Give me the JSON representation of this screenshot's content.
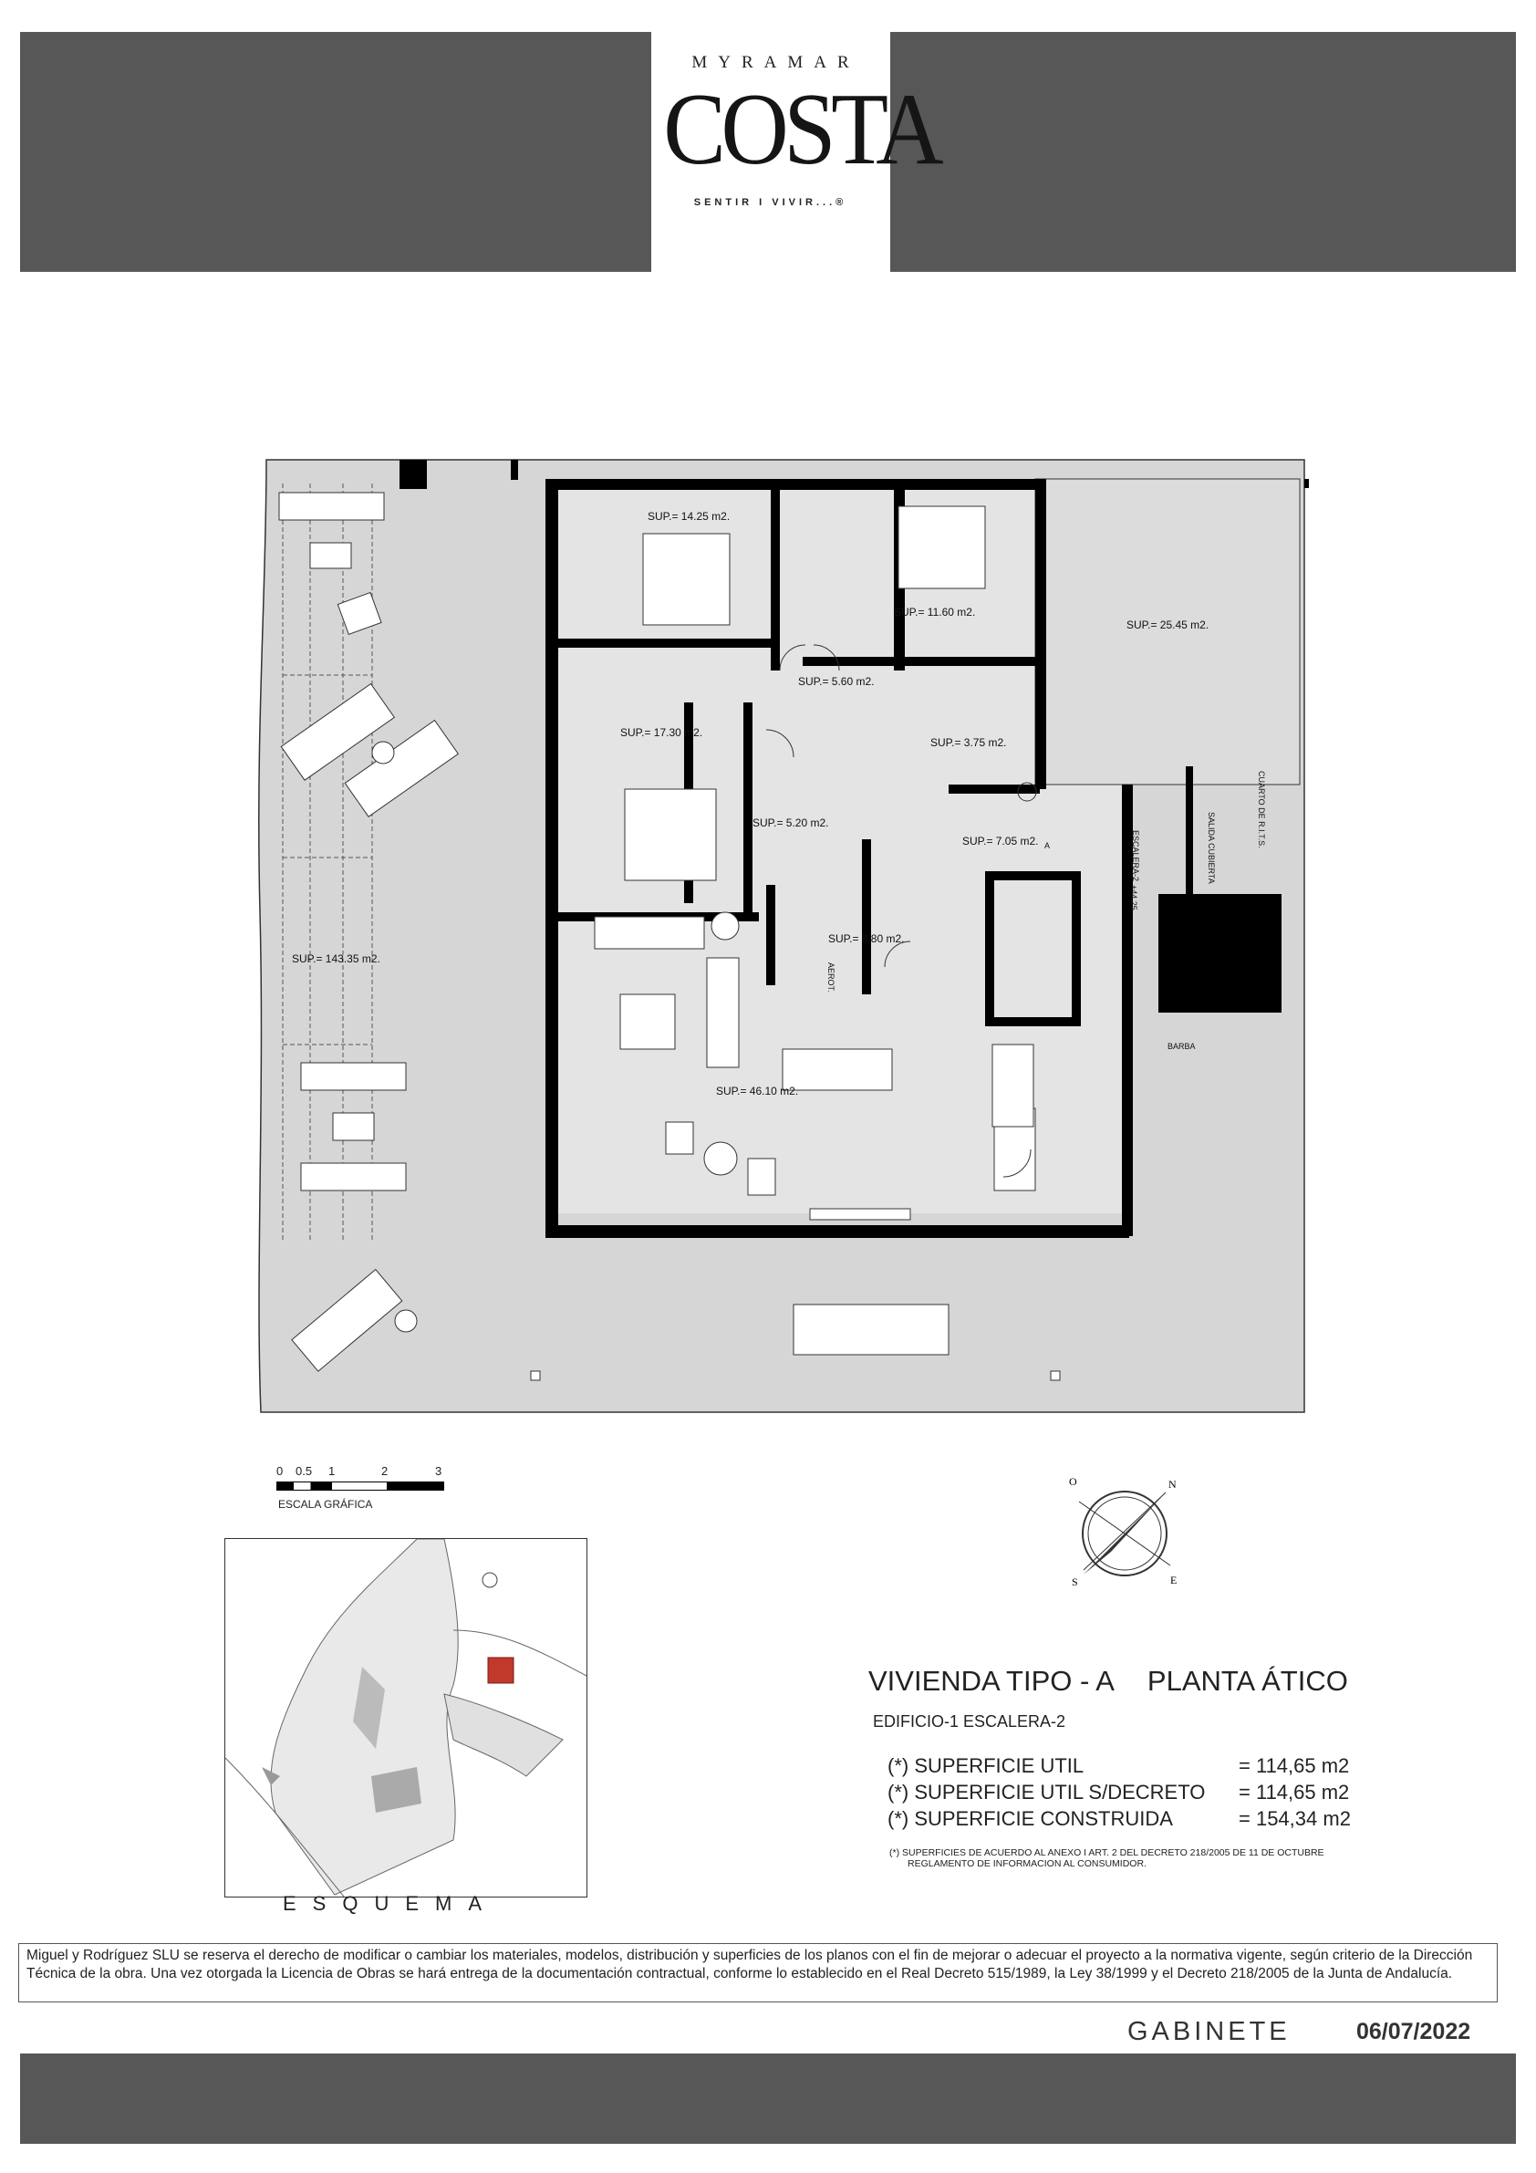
{
  "header": {
    "brand_top": "MYRAMAR",
    "brand_main": "COSTA",
    "brand_tagline": "SENTIR I VIVIR...®"
  },
  "plan": {
    "rooms": {
      "bedroom1": "SUP.= 14.25 m2.",
      "bedroom2": "SUP.= 11.60 m2.",
      "terrace_right": "SUP.= 25.45 m2.",
      "hall": "SUP.= 5.60 m2.",
      "bedroom3": "SUP.= 17.30 m2.",
      "bath1": "SUP.= 3.75 m2.",
      "bath2": "SUP.= 5.20 m2.",
      "corridor": "SUP.= 7.05 m2.",
      "laundry": "SUP.= 3.80 m2.",
      "living": "SUP.= 46.10 m2.",
      "terrace_left": "SUP.= 143.35 m2."
    },
    "labels": {
      "stair": "ESCALERA-2",
      "level": "+44.25",
      "rits": "CUARTO DE R.I.T.S.",
      "roof_exit": "SALIDA CUBIERTA",
      "barbacoa": "BARBA",
      "aero": "AEROT.",
      "marker": "A"
    }
  },
  "scale": {
    "ticks": [
      "0",
      "0.5",
      "1",
      "2",
      "3"
    ],
    "caption": "ESCALA GRÁFICA"
  },
  "compass": {
    "n": "N",
    "s": "S",
    "e": "E",
    "o": "O"
  },
  "schema": {
    "title": "ESQUEMA"
  },
  "info": {
    "title": "VIVIENDA TIPO - A",
    "planta": "PLANTA ÁTICO",
    "subtitle": "EDIFICIO-1   ESCALERA-2",
    "rows": [
      {
        "label": "(*) SUPERFICIE  UTIL",
        "value": "=  114,65 m2"
      },
      {
        "label": "(*) SUPERFICIE  UTIL S/DECRETO",
        "value": "=  114,65 m2"
      },
      {
        "label": "(*) SUPERFICIE  CONSTRUIDA",
        "value": "=  154,34 m2"
      }
    ],
    "footnote_1": "(*) SUPERFICIES DE ACUERDO AL ANEXO I ART. 2 DEL DECRETO 218/2005 DE 11 DE OCTUBRE",
    "footnote_2": "REGLAMENTO DE INFORMACION AL CONSUMIDOR."
  },
  "footer": {
    "disclaimer": "Miguel y Rodríguez SLU se reserva el derecho de modificar o cambiar los materiales, modelos, distribución y superficies de los planos con el fin de mejorar o adecuar el proyecto a la normativa vigente, según criterio de la Dirección Técnica de la obra. Una vez otorgada la Licencia de Obras se hará entrega de la documentación contractual, conforme lo establecido en el Real Decreto 515/1989, la Ley 38/1999 y el Decreto 218/2005 de la Junta de Andalucía.",
    "office": "GABINETE",
    "date": "06/07/2022"
  },
  "colors": {
    "band": "#575757",
    "floor": "#d9d9d9",
    "wall": "#000000",
    "highlight": "#c0392b"
  }
}
